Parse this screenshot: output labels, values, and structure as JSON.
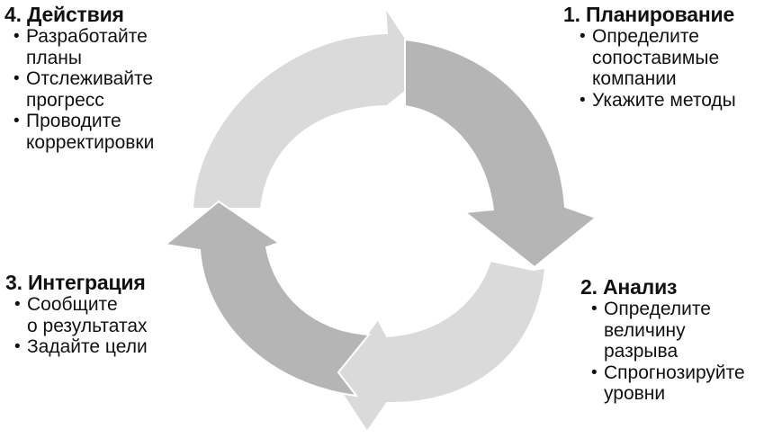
{
  "colors": {
    "light_segment": "#dadada",
    "dark_segment": "#b5b5b5",
    "outline": "#ffffff",
    "text": "#111111"
  },
  "steps": {
    "plan": {
      "title": "1. Планирование",
      "items": [
        "Определите",
        "сопоставимые",
        "компании",
        "Укажите методы"
      ],
      "bullets": [
        true,
        false,
        false,
        true
      ]
    },
    "analysis": {
      "title": "2. Анализ",
      "items": [
        "Определите",
        "величину",
        "разрыва",
        "Спрогнозируйте",
        "уровни"
      ],
      "bullets": [
        true,
        false,
        false,
        true,
        false
      ]
    },
    "integration": {
      "title": "3. Интеграция",
      "items": [
        "Сообщите",
        "о результатах",
        "Задайте цели"
      ],
      "bullets": [
        true,
        false,
        true
      ]
    },
    "actions": {
      "title": "4. Действия",
      "items": [
        "Разработайте",
        "планы",
        "Отслеживайте",
        "прогресс",
        "Проводите",
        "корректировки"
      ],
      "bullets": [
        true,
        false,
        true,
        false,
        true,
        false
      ]
    }
  }
}
